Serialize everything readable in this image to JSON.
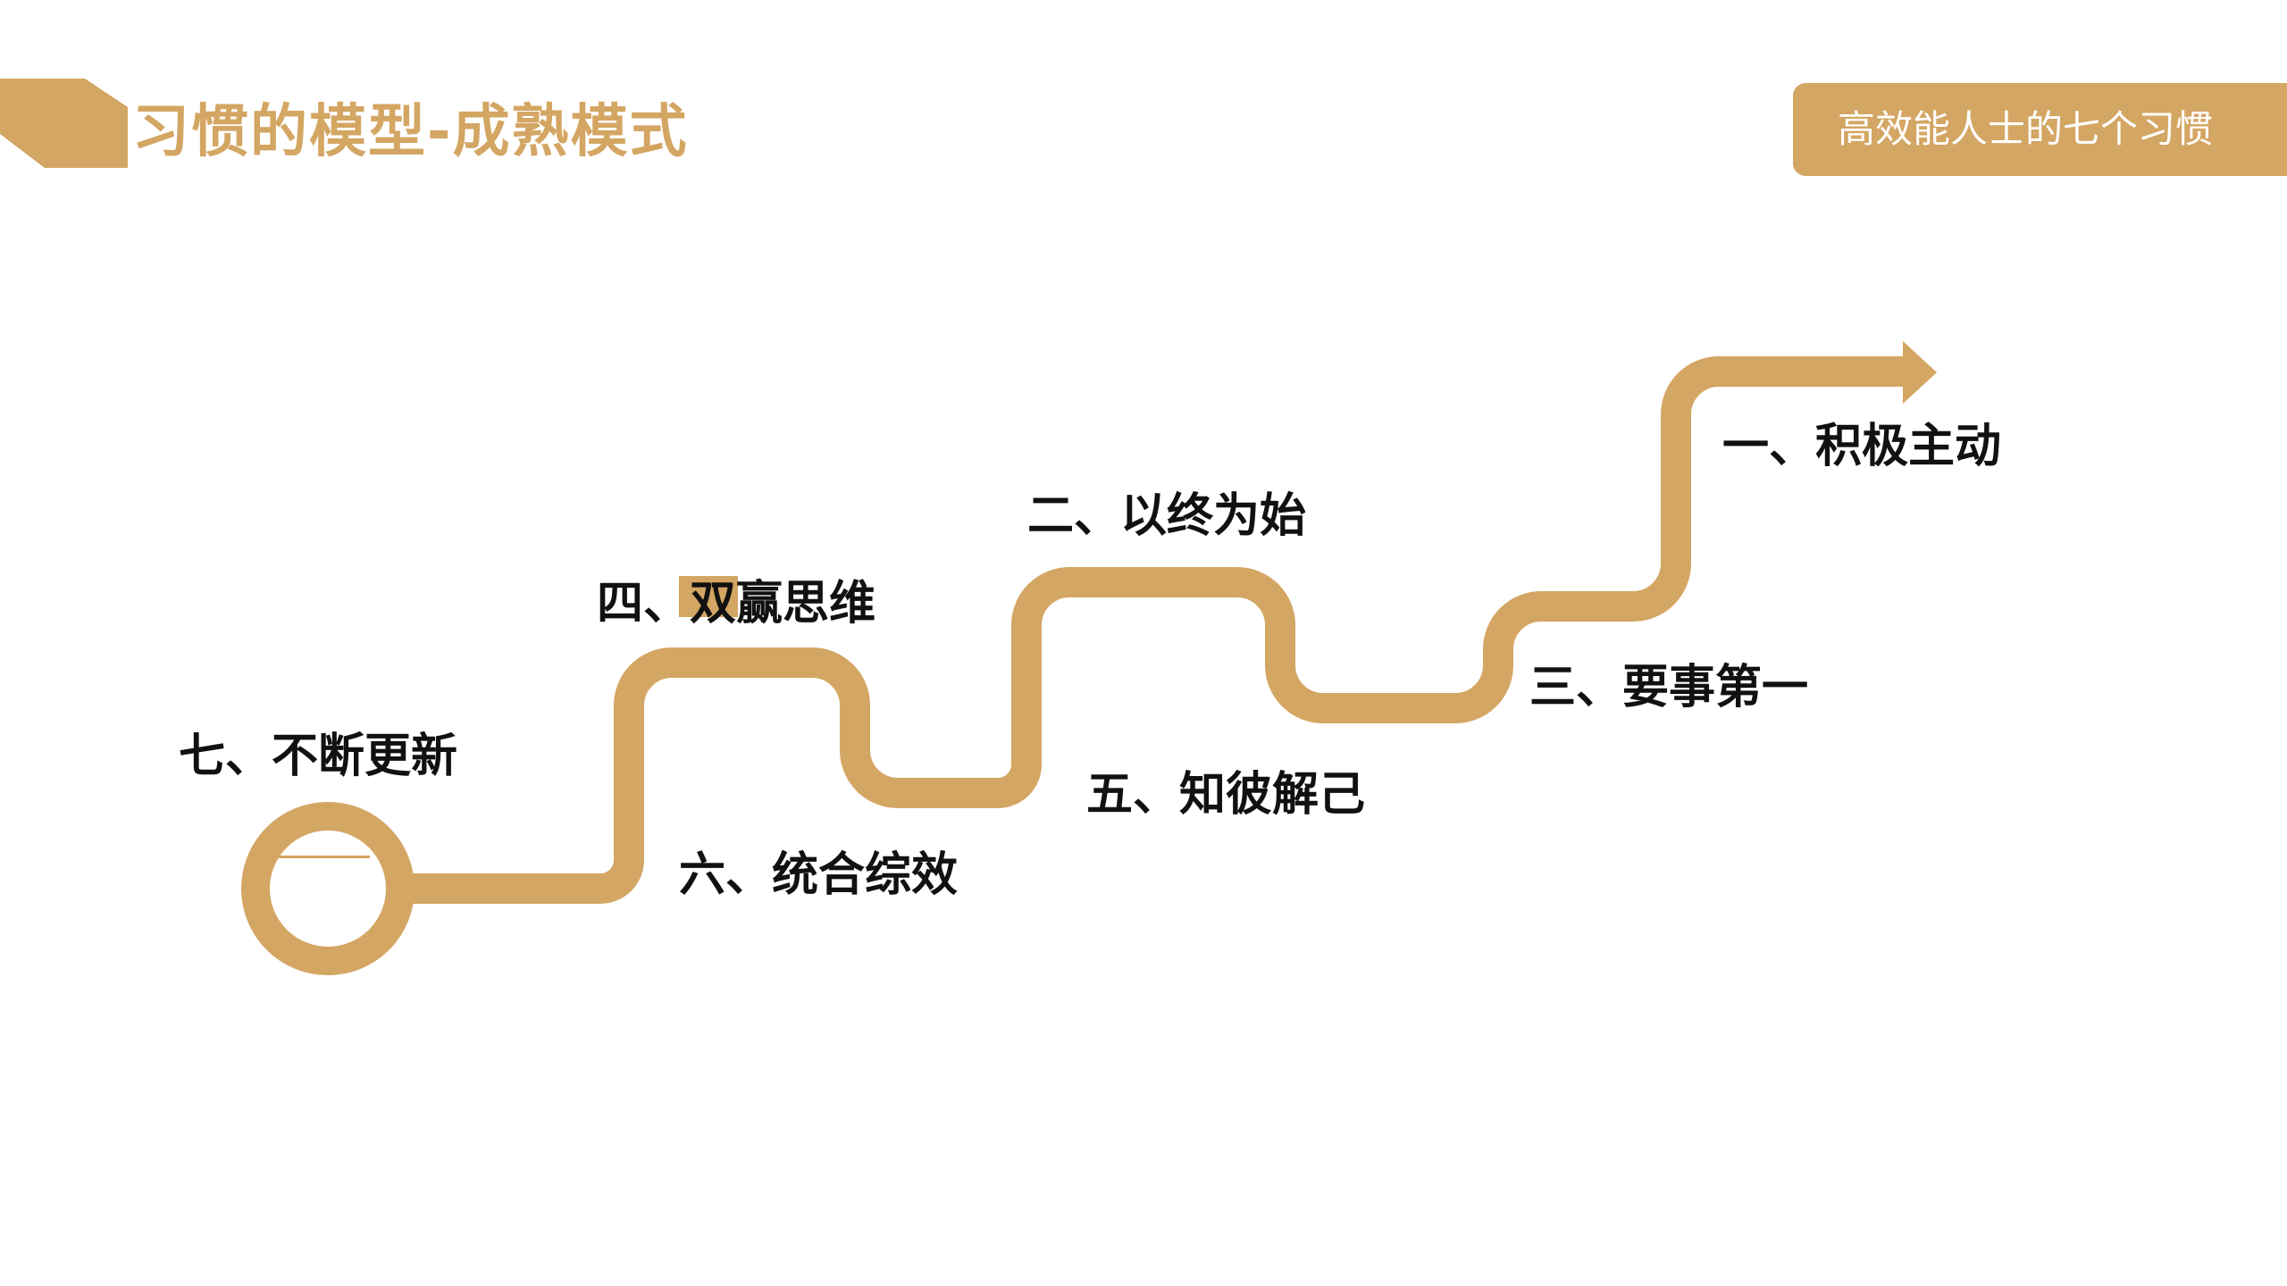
{
  "header": {
    "title": "习惯的模型-成熟模式",
    "badge": "高效能人士的七个习惯"
  },
  "habits": {
    "one": "一、积极主动",
    "two": "二、以终为始",
    "three": "三、要事第一",
    "four": "四、双赢思维",
    "five": "五、知彼解己",
    "six": "六、统合综效",
    "seven": "七、不断更新"
  },
  "colors": {
    "accent": "#d4a663",
    "text": "#111111",
    "background": "#ffffff"
  },
  "icons": {
    "path": "winding-arrow-path",
    "start": "ring-start-icon",
    "end": "arrowhead-icon"
  }
}
